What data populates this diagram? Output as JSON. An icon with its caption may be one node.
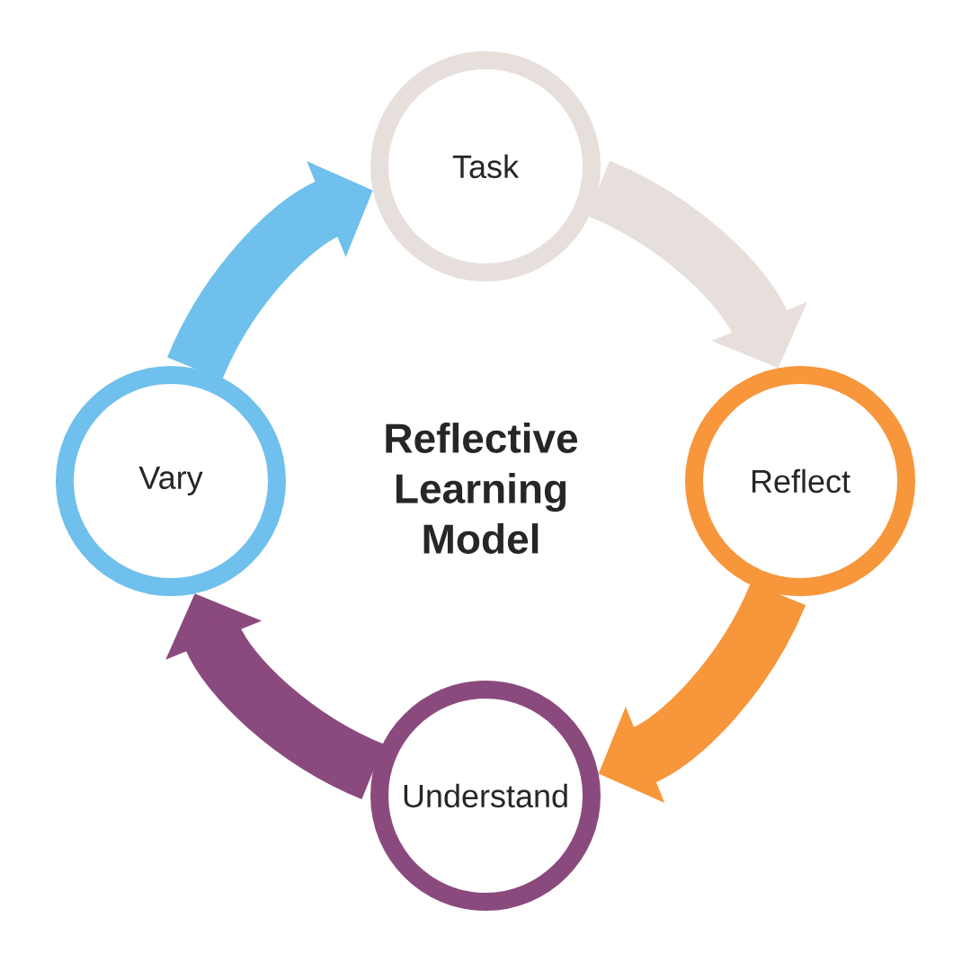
{
  "diagram": {
    "title": "Reflective Learning Model",
    "nodes": [
      {
        "text": [
          "Task"
        ]
      },
      {
        "text": [
          "Reflect"
        ]
      },
      {
        "text": [
          "Understand"
        ]
      },
      {
        "text": [
          "Vary"
        ]
      }
    ],
    "edges": [
      {
        "from": 0,
        "to": 1,
        "arrow": "to",
        "color": "#e6dfdb"
      },
      {
        "from": 1,
        "to": 2,
        "arrow": "to",
        "color": "#f7963b"
      },
      {
        "from": 2,
        "to": 3,
        "arrow": "to",
        "color": "#8b4a7e"
      },
      {
        "from": 3,
        "to": 0,
        "arrow": "to",
        "color": "#6fc0ec"
      }
    ]
  }
}
